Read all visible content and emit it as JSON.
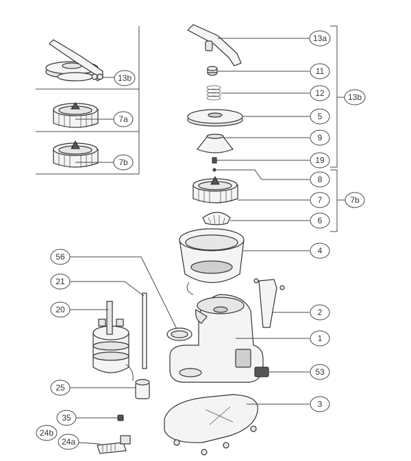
{
  "callouts": [
    {
      "id": "c13a_top",
      "label": "13a"
    },
    {
      "id": "c13b_inset",
      "label": "13b"
    },
    {
      "id": "c11",
      "label": "11"
    },
    {
      "id": "c12",
      "label": "12"
    },
    {
      "id": "c13b_group",
      "label": "13b"
    },
    {
      "id": "c5",
      "label": "5"
    },
    {
      "id": "c7a",
      "label": "7a"
    },
    {
      "id": "c9",
      "label": "9"
    },
    {
      "id": "c7b_inset",
      "label": "7b"
    },
    {
      "id": "c19",
      "label": "19"
    },
    {
      "id": "c8",
      "label": "8"
    },
    {
      "id": "c7",
      "label": "7"
    },
    {
      "id": "c7b_group",
      "label": "7b"
    },
    {
      "id": "c6",
      "label": "6"
    },
    {
      "id": "c56",
      "label": "56"
    },
    {
      "id": "c4",
      "label": "4"
    },
    {
      "id": "c21",
      "label": "21"
    },
    {
      "id": "c20",
      "label": "20"
    },
    {
      "id": "c2",
      "label": "2"
    },
    {
      "id": "c1",
      "label": "1"
    },
    {
      "id": "c53",
      "label": "53"
    },
    {
      "id": "c25",
      "label": "25"
    },
    {
      "id": "c3",
      "label": "3"
    },
    {
      "id": "c35",
      "label": "35"
    },
    {
      "id": "c24b",
      "label": "24b"
    },
    {
      "id": "c24a",
      "label": "24a"
    }
  ]
}
